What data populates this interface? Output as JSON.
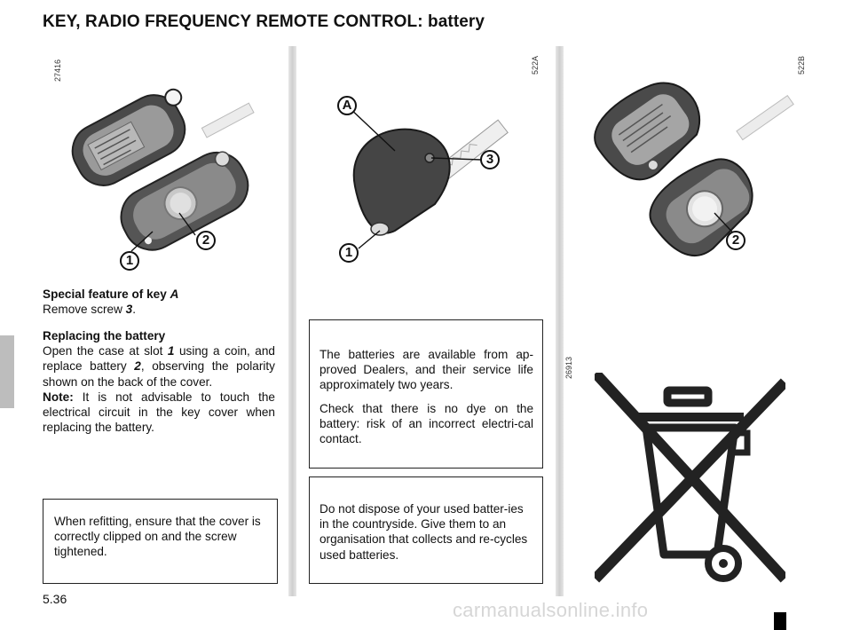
{
  "page_title": "KEY, RADIO FREQUENCY REMOTE CONTROL: battery",
  "figures": {
    "left_code": "27416",
    "middle_code": "522A",
    "right_code": "522B",
    "bin_code": "26913",
    "callout_1": "1",
    "callout_2": "2",
    "callout_3": "3",
    "callout_a": "A"
  },
  "special_feature": {
    "heading_prefix": "Special feature of key ",
    "heading_key": "A",
    "line_prefix": "Remove screw ",
    "line_screw": "3",
    "line_suffix": "."
  },
  "replacing": {
    "heading": "Replacing the battery",
    "t1": "Open the case at slot ",
    "slot": "1",
    "t2": " using a coin, and replace battery ",
    "battery": "2",
    "t3": ", observing the polarity shown on the back of the cover.",
    "note_label": "Note:",
    "note_text": " It is not advisable to touch the electrical circuit in the key cover when replacing the battery."
  },
  "refit_box": "When refitting, ensure that the cover is correctly clipped on and the screw tightened.",
  "battery_box": {
    "p1": "The batteries are available from ap-proved Dealers, and their service life approximately two years.",
    "p2": "Check that there is no dye on the battery: risk of an incorrect electri-cal contact."
  },
  "dispose_box": "Do not dispose of your used batter-ies in the countryside. Give them to an organisation that collects and re-cycles used batteries.",
  "page_number": "5.36",
  "watermark": "carmanualsonline.info"
}
